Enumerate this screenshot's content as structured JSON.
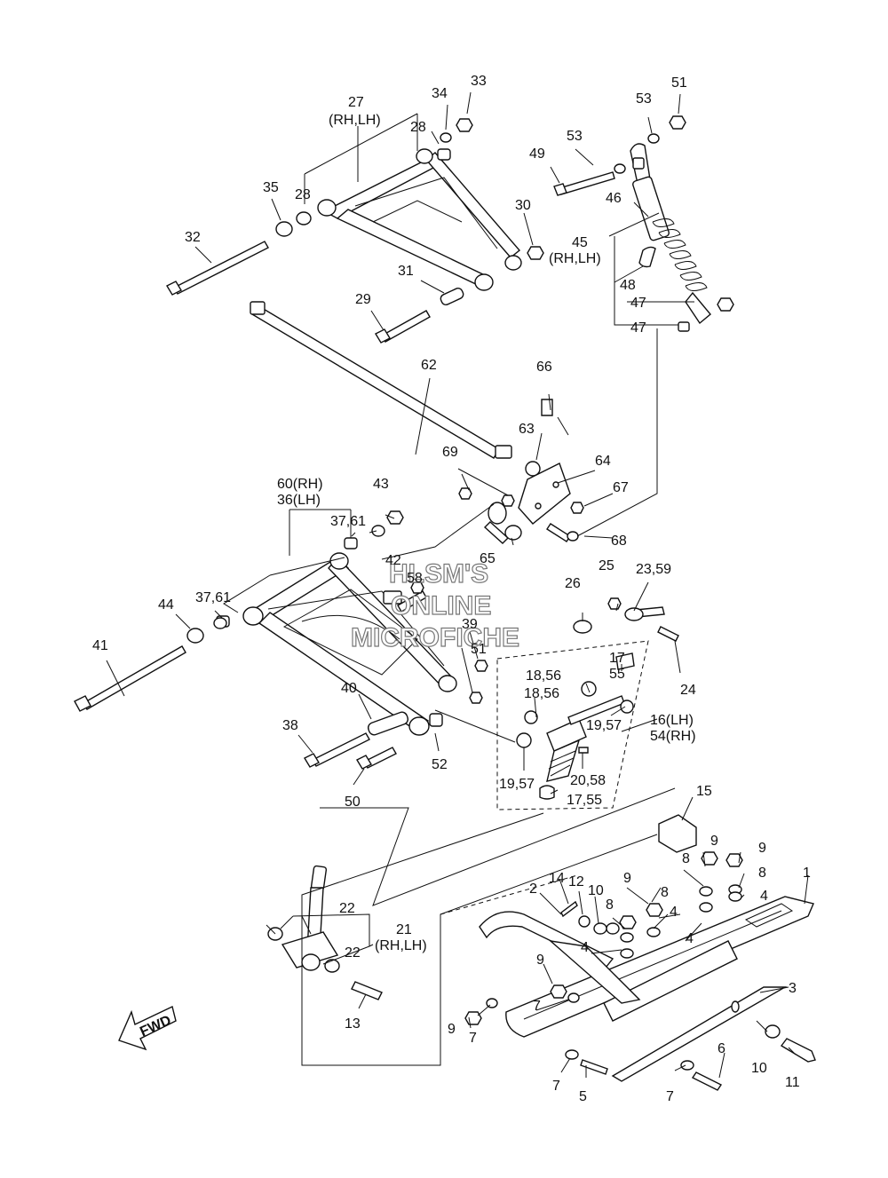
{
  "watermark": {
    "line1": "HLSM'S",
    "line2": "ONLINE",
    "line3": "MICROFICHE"
  },
  "fwd_label": "FWD",
  "part_labels": {
    "p1": "1",
    "p2": "2",
    "p3": "3",
    "p4a": "4",
    "p4b": "4",
    "p4c": "4",
    "p4d": "4",
    "p5": "5",
    "p6": "6",
    "p7a": "7",
    "p7b": "7",
    "p7c": "7",
    "p7d": "7",
    "p8a": "8",
    "p8b": "8",
    "p8c": "8",
    "p8d": "8",
    "p9a": "9",
    "p9b": "9",
    "p9c": "9",
    "p9d": "9",
    "p9e": "9",
    "p10a": "10",
    "p10b": "10",
    "p11": "11",
    "p12": "12",
    "p13": "13",
    "p14": "14",
    "p15": "15",
    "p16": "16(LH)",
    "p54": "54(RH)",
    "p17a": "17",
    "p55a": "55",
    "p1755": "17,55",
    "p1856a": "18,56",
    "p1856b": "18,56",
    "p1957a": "19,57",
    "p1957b": "19,57",
    "p2058": "20,58",
    "p21": "21",
    "p21sub": "(RH,LH)",
    "p22a": "22",
    "p22b": "22",
    "p2359": "23,59",
    "p24": "24",
    "p25": "25",
    "p26": "26",
    "p27": "27",
    "p27sub": "(RH,LH)",
    "p28a": "28",
    "p28b": "28",
    "p29": "29",
    "p30": "30",
    "p31": "31",
    "p32": "32",
    "p33": "33",
    "p34": "34",
    "p35": "35",
    "p60": "60(RH)",
    "p36": "36(LH)",
    "p3761a": "37,61",
    "p3761b": "37,61",
    "p38": "38",
    "p39": "39",
    "p40": "40",
    "p41": "41",
    "p42": "42",
    "p43": "43",
    "p44": "44",
    "p45": "45",
    "p45sub": "(RH,LH)",
    "p46": "46",
    "p47a": "47",
    "p47b": "47",
    "p48": "48",
    "p49": "49",
    "p50": "50",
    "p51a": "51",
    "p51b": "51",
    "p52": "52",
    "p53a": "53",
    "p53b": "53",
    "p58": "58",
    "p62": "62",
    "p63": "63",
    "p64": "64",
    "p65": "65",
    "p66": "66",
    "p67": "67",
    "p68": "68",
    "p69": "69"
  }
}
